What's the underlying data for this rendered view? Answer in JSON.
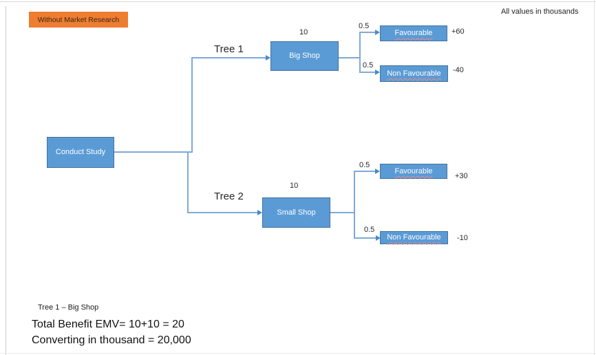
{
  "header": {
    "tag": "Without Market Research",
    "note": "All values in thousands"
  },
  "tree": {
    "root_label": "Conduct Study",
    "branches": [
      {
        "name": "Tree 1",
        "payoff": "10",
        "node_label": "Big Shop",
        "outcomes": [
          {
            "probability": "0.5",
            "label": "Favourable",
            "value": "+60"
          },
          {
            "probability": "0.5",
            "label": "Non Favourable",
            "value": "-40"
          }
        ]
      },
      {
        "name": "Tree 2",
        "payoff": "10",
        "node_label": "Small Shop",
        "outcomes": [
          {
            "probability": "0.5",
            "label": "Favourable",
            "value": "+30"
          },
          {
            "probability": "0.5",
            "label": "Non Favourable",
            "value": "-10"
          }
        ]
      }
    ]
  },
  "footer": {
    "subtitle": "Tree 1 – Big Shop",
    "line1": "Total Benefit EMV= 10+10 = 20",
    "line2": "Converting in thousand = 20,000"
  },
  "colors": {
    "node_fill": "#5b9bd5",
    "node_border": "#41719c",
    "connector": "#7ea9d8",
    "arrow": "#4a89c7",
    "tag_fill": "#ed7d31"
  }
}
